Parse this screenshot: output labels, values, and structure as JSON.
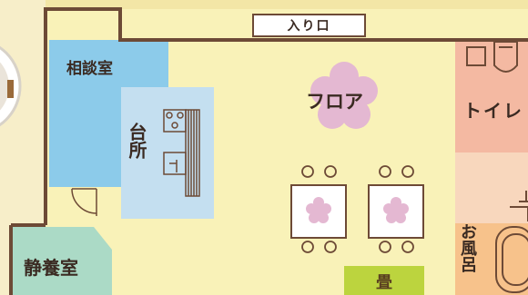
{
  "rooms": {
    "consultation": "相談室",
    "kitchen": "台所",
    "rest_room": "静養室",
    "floor": "フロア",
    "toilet": "トイレ",
    "bath": "お風呂",
    "tatami": "畳",
    "entrance": "入り口"
  },
  "colors": {
    "background": "#f3e6a6",
    "wall": "#6d4a36",
    "consultation": "#8ccbea",
    "kitchen": "#c4dff0",
    "rest_room": "#abdac6",
    "toilet": "#f4b9a2",
    "bath": "#f7c28b",
    "tatami": "#bcd43e",
    "flower": "#e4b8d2"
  }
}
